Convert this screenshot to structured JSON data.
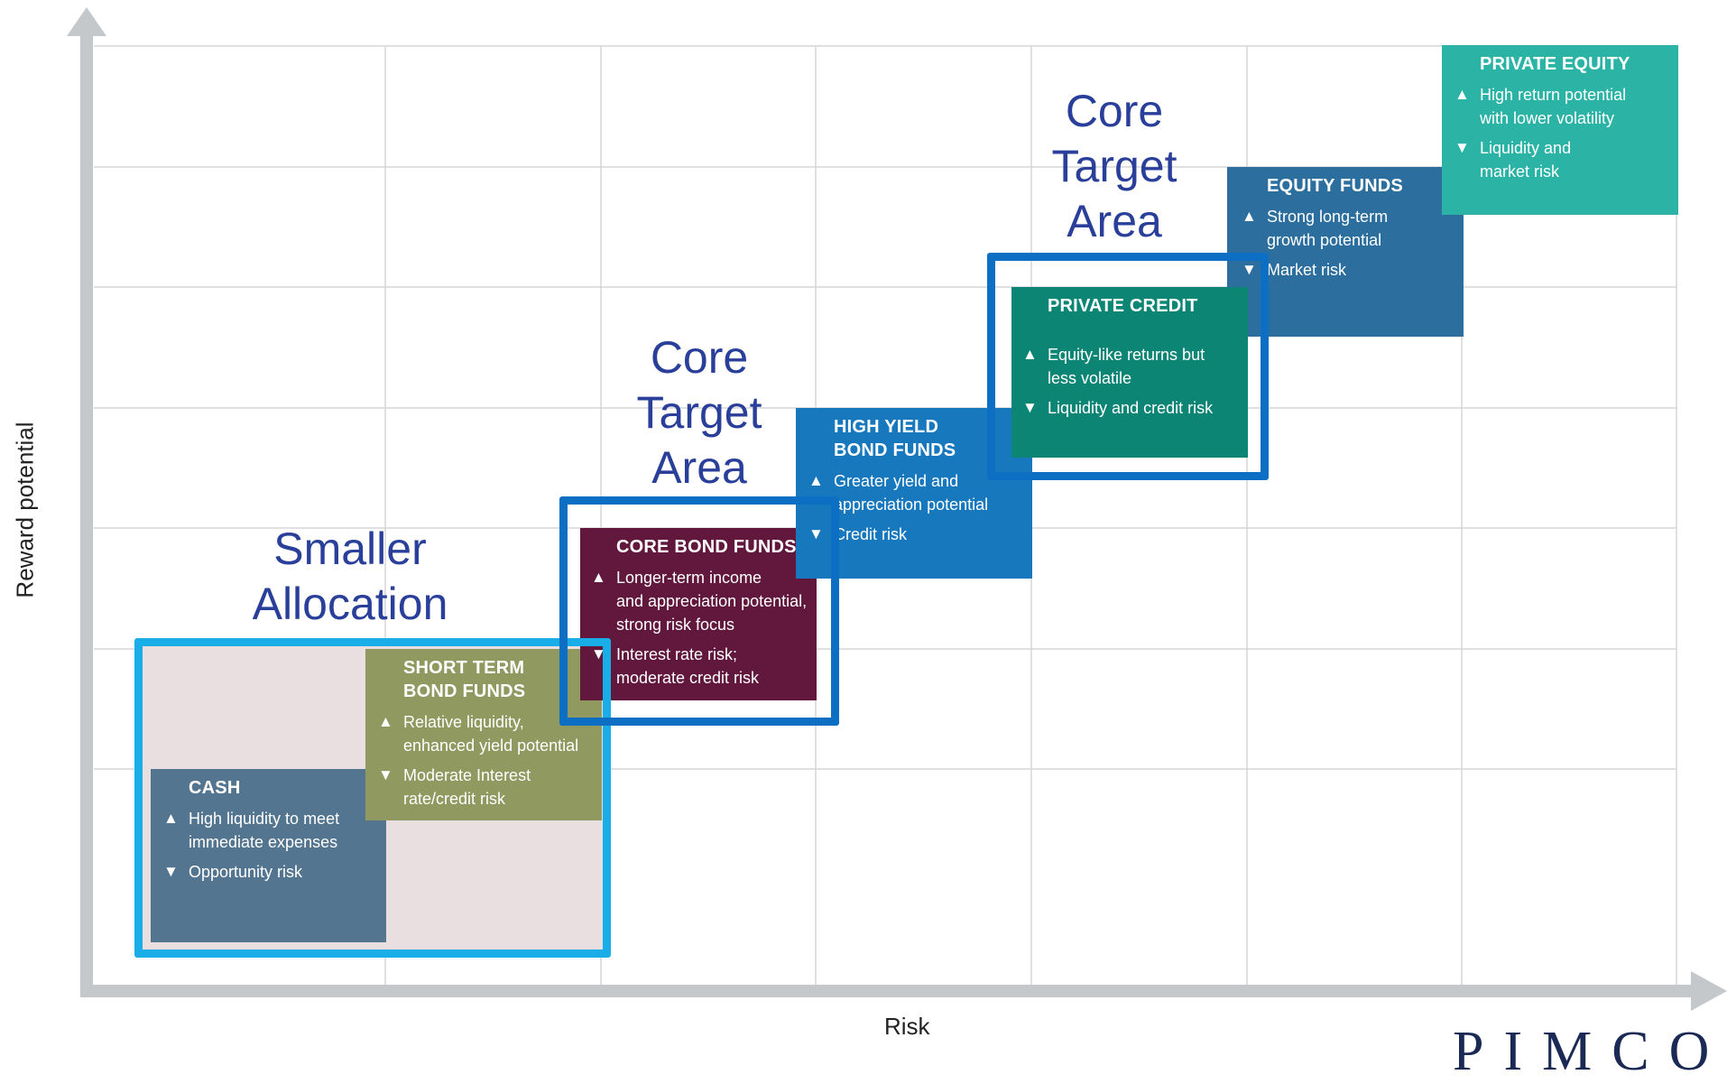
{
  "axes": {
    "x_label": "Risk",
    "y_label": "Reward potential"
  },
  "zones": {
    "smaller": {
      "label_line1": "Smaller",
      "label_line2": "Allocation"
    },
    "core_left": {
      "label_line1": "Core",
      "label_line2": "Target",
      "label_line3": "Area"
    },
    "core_right": {
      "label_line1": "Core",
      "label_line2": "Target",
      "label_line3": "Area"
    }
  },
  "boxes": {
    "cash": {
      "title": "CASH",
      "up_line1": "High liquidity to meet",
      "up_line2": "immediate expenses",
      "down_line1": "Opportunity risk",
      "color": "#54758f"
    },
    "short_term": {
      "title_line1": "SHORT TERM",
      "title_line2": "BOND FUNDS",
      "up_line1": "Relative liquidity,",
      "up_line2": "enhanced yield potential",
      "down_line1": "Moderate Interest",
      "down_line2": "rate/credit risk",
      "color": "#8f9960"
    },
    "core_bond": {
      "title": "CORE BOND FUNDS",
      "up_line1": "Longer-term income",
      "up_line2": "and appreciation potential,",
      "up_line3": "strong risk focus",
      "down_line1": "Interest rate risk;",
      "down_line2": "moderate credit risk",
      "color": "#62173c"
    },
    "high_yield": {
      "title_line1": "HIGH YIELD",
      "title_line2": "BOND FUNDS",
      "up_line1": "Greater yield and",
      "up_line2": "appreciation potential",
      "down_line1": "Credit risk",
      "color": "#1878be"
    },
    "private_credit": {
      "title": "PRIVATE CREDIT",
      "up_line1": "Equity-like returns but",
      "up_line2": "less  volatile",
      "down_line1": "Liquidity and credit risk",
      "color": "#0d8575"
    },
    "equity": {
      "title": "EQUITY FUNDS",
      "up_line1": "Strong long-term",
      "up_line2": "growth potential",
      "down_line1": "Market risk",
      "color": "#2c6f9e"
    },
    "private_equity": {
      "title": "PRIVATE EQUITY",
      "up_line1": "High return potential",
      "up_line2": "with lower volatility",
      "down_line1": "Liquidity and",
      "down_line2": "market risk",
      "color": "#2bb4a6"
    }
  },
  "symbols": {
    "up": "▲",
    "down": "▼"
  },
  "logo_text": "PIMCO",
  "colors": {
    "axis": "#c5c8cb",
    "grid": "#d4d6d8",
    "zone_frame_light": "#1aaee8",
    "zone_frame_dark": "#0d6fc4",
    "zone_fill": "#e9dfe1",
    "zone_label": "#2a3f9a"
  }
}
